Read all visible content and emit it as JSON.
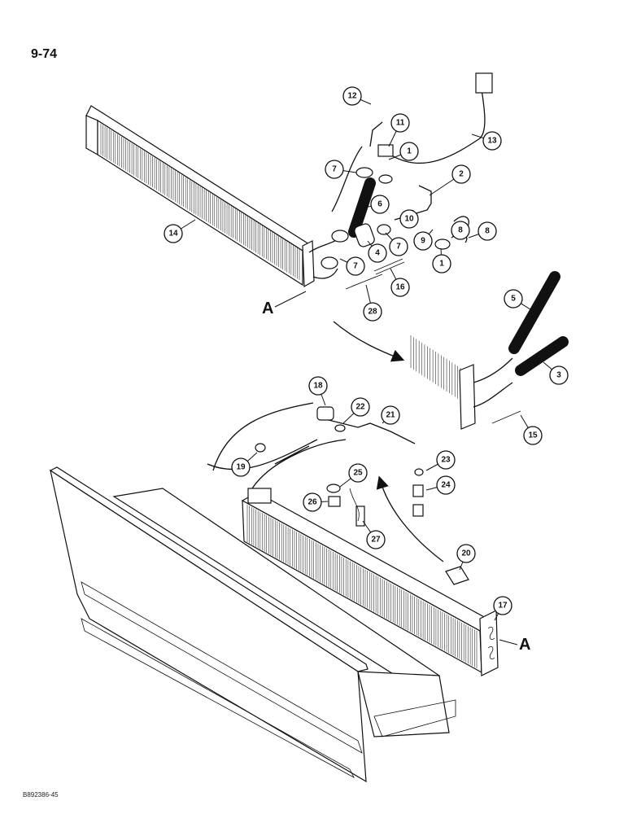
{
  "header": {
    "page_number": "9-74"
  },
  "footer": {
    "doc_code": "B892386-45"
  },
  "reference_marks": [
    "A",
    "A"
  ],
  "callouts": [
    "1",
    "2",
    "3",
    "4",
    "5",
    "6",
    "7",
    "8",
    "9",
    "10",
    "11",
    "12",
    "13",
    "14",
    "15",
    "16",
    "17",
    "18",
    "19",
    "20",
    "21",
    "22",
    "23",
    "24",
    "25",
    "26",
    "27",
    "28"
  ]
}
